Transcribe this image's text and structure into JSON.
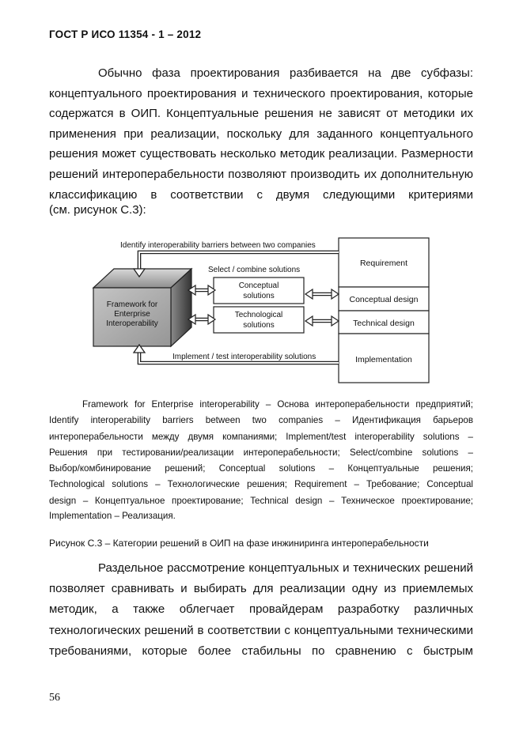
{
  "header": {
    "standard": "ГОСТ Р ИСО 11354 - 1 – 2012"
  },
  "paragraph1": {
    "lines": [
      "Обычно фаза проектирования разбивается на две субфазы:",
      "концептуального проектирования и технического проектирования, которые",
      "содержатся в ОИП. Концептуальные решения не зависят от методики их",
      "применения при реализации, поскольку для заданного концептуального",
      "решения может существовать несколько методик реализации. Размерности",
      "решений интероперабельности позволяют производить их дополнительную",
      "классификацию в соответствии с двумя следующими критериями"
    ],
    "last_line": "(см. рисунок С.3):"
  },
  "diagram": {
    "framework_lines": [
      "Framework for",
      "Enterprise",
      "Interoperability"
    ],
    "identify_label": "Identify interoperability barriers between two companies",
    "select_label": "Select / combine solutions",
    "implement_label": "Implement / test interoperability solutions",
    "conceptual_lines": [
      "Conceptual",
      "solutions"
    ],
    "technological_lines": [
      "Technological",
      "solutions"
    ],
    "requirement": "Requirement",
    "conceptual_design": "Conceptual design",
    "technical_design": "Technical design",
    "implementation": "Implementation"
  },
  "legend": {
    "lines": [
      "Framework for Enterprise interoperability – Основа интероперабельности предприятий;",
      "Identify interoperability barriers between two companies – Идентификация барьеров",
      "интероперабельности между двумя компаниями; Implement/test interoperability solutions –",
      "Решения при тестировании/реализации интероперабельности; Select/combine solutions –",
      "Выбор/комбинирование решений; Conceptual solutions – Концептуальные решения;",
      "Technological solutions – Технологические решения; Requirement – Требование; Conceptual",
      "design – Концептуальное проектирование; Technical design – Техническое проектирование;"
    ],
    "last_line": "Implementation – Реализация."
  },
  "figure_caption": "Рисунок С.3 – Категории решений в ОИП на фазе инжиниринга интероперабельности",
  "paragraph2": {
    "lines": [
      "Раздельное рассмотрение концептуальных и технических решений",
      "позволяет сравнивать и выбирать для реализации одну из приемлемых",
      "методик, а также облегчает провайдерам разработку различных",
      "технологических решений в соответствии с концептуальными техническими",
      "требованиями, которые более стабильны по сравнению с быстрым"
    ]
  },
  "page_number": "56"
}
